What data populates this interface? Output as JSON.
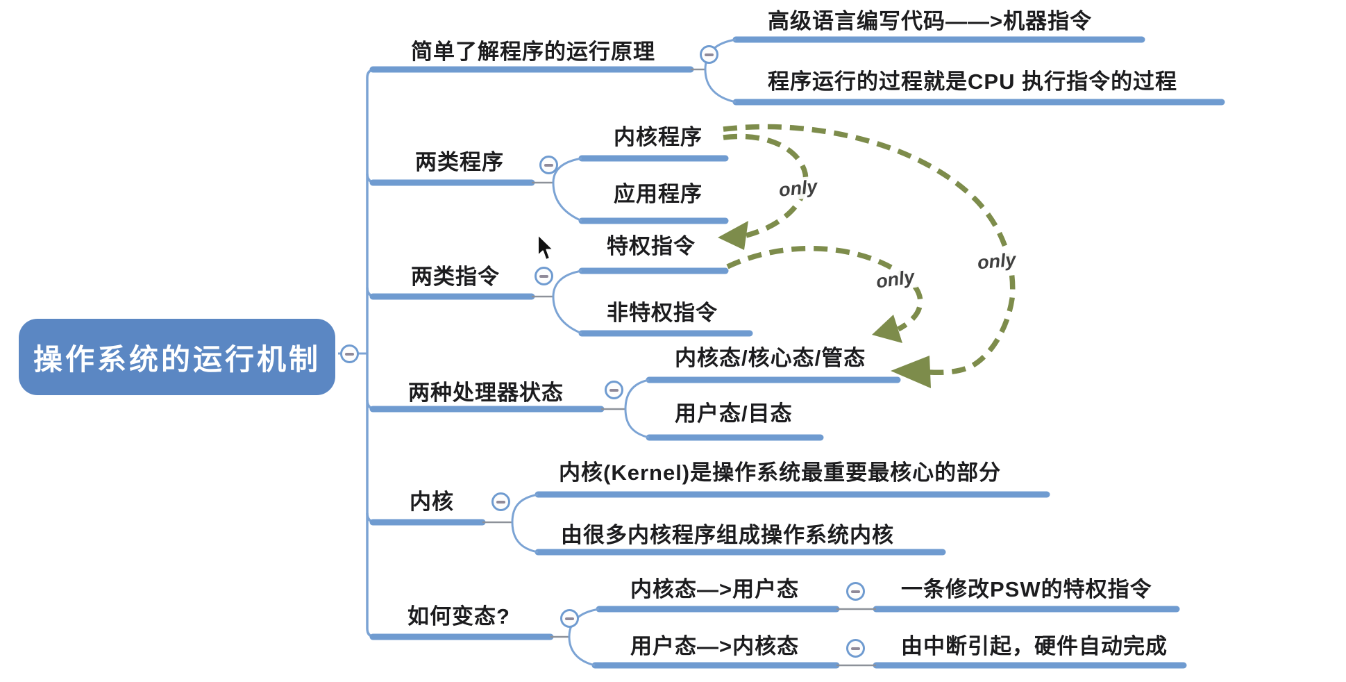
{
  "mindmap": {
    "root": {
      "label": "操作系统的运行机制"
    },
    "branches": [
      {
        "label": "简单了解程序的运行原理",
        "children": [
          {
            "label": "高级语言编写代码——>机器指令"
          },
          {
            "label": "程序运行的过程就是CPU 执行指令的过程"
          }
        ]
      },
      {
        "label": "两类程序",
        "children": [
          {
            "label": "内核程序"
          },
          {
            "label": "应用程序"
          }
        ]
      },
      {
        "label": "两类指令",
        "children": [
          {
            "label": "特权指令"
          },
          {
            "label": "非特权指令"
          }
        ]
      },
      {
        "label": "两种处理器状态",
        "children": [
          {
            "label": "内核态/核心态/管态"
          },
          {
            "label": "用户态/目态"
          }
        ]
      },
      {
        "label": "内核",
        "children": [
          {
            "label": "内核(Kernel)是操作系统最重要最核心的部分"
          },
          {
            "label": "由很多内核程序组成操作系统内核"
          }
        ]
      },
      {
        "label": "如何变态?",
        "children": [
          {
            "label": "内核态—>用户态",
            "children": [
              {
                "label": "一条修改PSW的特权指令"
              }
            ]
          },
          {
            "label": "用户态—>内核态",
            "children": [
              {
                "label": "由中断引起，硬件自动完成"
              }
            ]
          }
        ]
      }
    ]
  },
  "annotations": {
    "arrows": [
      {
        "from": "内核程序",
        "to": "特权指令",
        "label": "only"
      },
      {
        "from": "特权指令",
        "to": "内核态/核心态/管态",
        "label": "only"
      },
      {
        "from": "内核程序",
        "to": "内核态/核心态/管态",
        "label": "only"
      }
    ]
  },
  "colors": {
    "root_fill": "#5b87c3",
    "branch_line": "#6f9bd0",
    "trunk_line": "#7ba3d4",
    "connector": "#8d9199",
    "arrow_olive": "#7d8c4b",
    "label_text": "#1c1c1e",
    "only_text": "#3f3f3f"
  }
}
